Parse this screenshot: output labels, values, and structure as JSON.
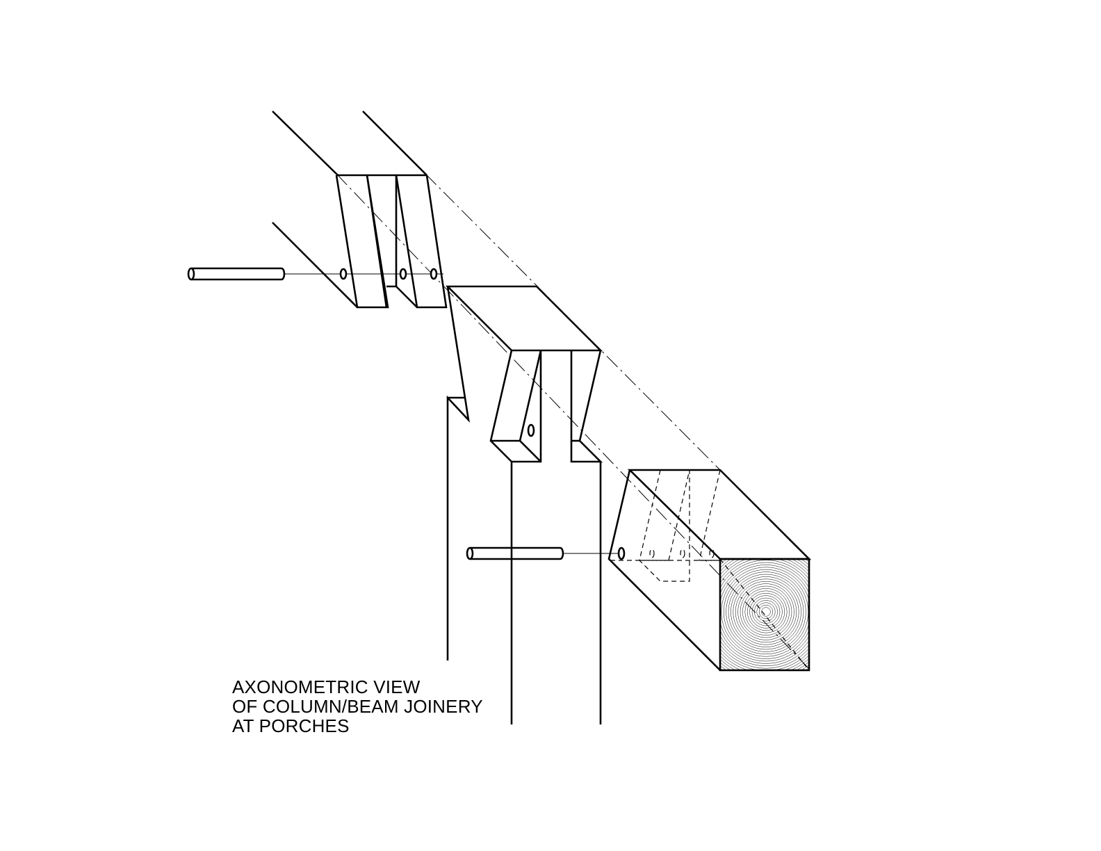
{
  "caption": {
    "line1": "AXONOMETRIC VIEW",
    "line2": "OF COLUMN/BEAM JOINERY",
    "line3": "AT PORCHES"
  },
  "parts": [
    "upper-beam-tenon",
    "column-top-with-tenons",
    "beam-end-with-mortises",
    "upper-peg",
    "lower-peg"
  ],
  "colors": {
    "line": "#000000",
    "background": "#ffffff"
  }
}
